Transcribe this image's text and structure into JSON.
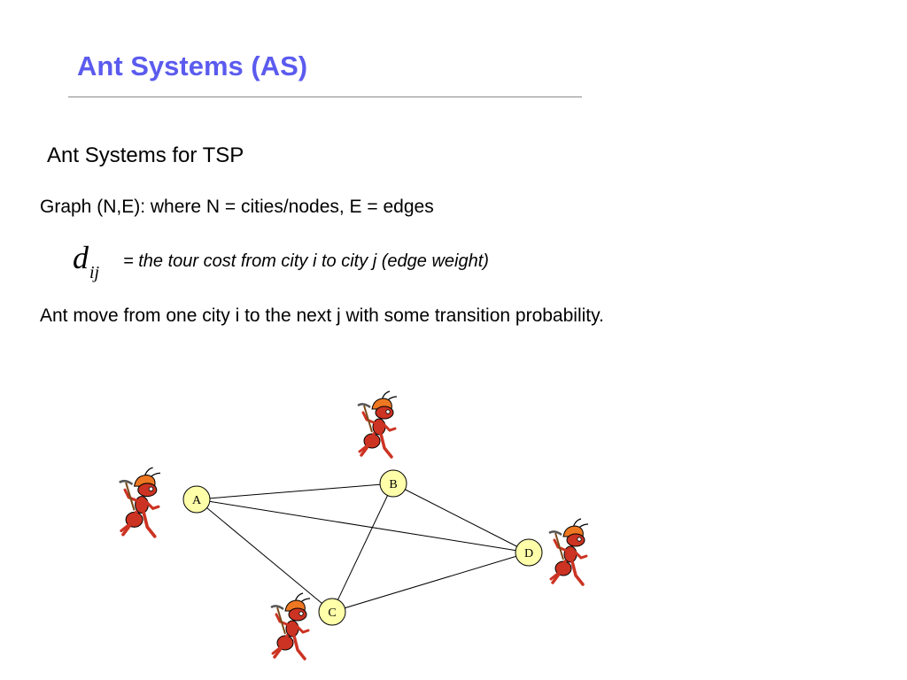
{
  "slide": {
    "title": "Ant Systems (AS)",
    "subtitle": "Ant Systems for TSP",
    "graph_line": "Graph (N,E): where N = cities/nodes, E = edges",
    "formula": {
      "symbol": "d",
      "subscript": "ij",
      "description": "= the tour cost from city i to city j (edge weight)"
    },
    "move_line": "Ant move from one city i to the next j with some transition probability."
  },
  "graph": {
    "nodes": [
      {
        "id": "A",
        "label": "A"
      },
      {
        "id": "B",
        "label": "B"
      },
      {
        "id": "C",
        "label": "C"
      },
      {
        "id": "D",
        "label": "D"
      }
    ],
    "edges": [
      [
        "A",
        "B"
      ],
      [
        "A",
        "C"
      ],
      [
        "A",
        "D"
      ],
      [
        "B",
        "C"
      ],
      [
        "B",
        "D"
      ],
      [
        "C",
        "D"
      ]
    ],
    "node_fill": "#ffffaa",
    "ant_color": "#cc3322",
    "helmet_color": "#ee7722"
  },
  "colors": {
    "title": "#5b5bef",
    "rule": "#8a8a8a"
  }
}
